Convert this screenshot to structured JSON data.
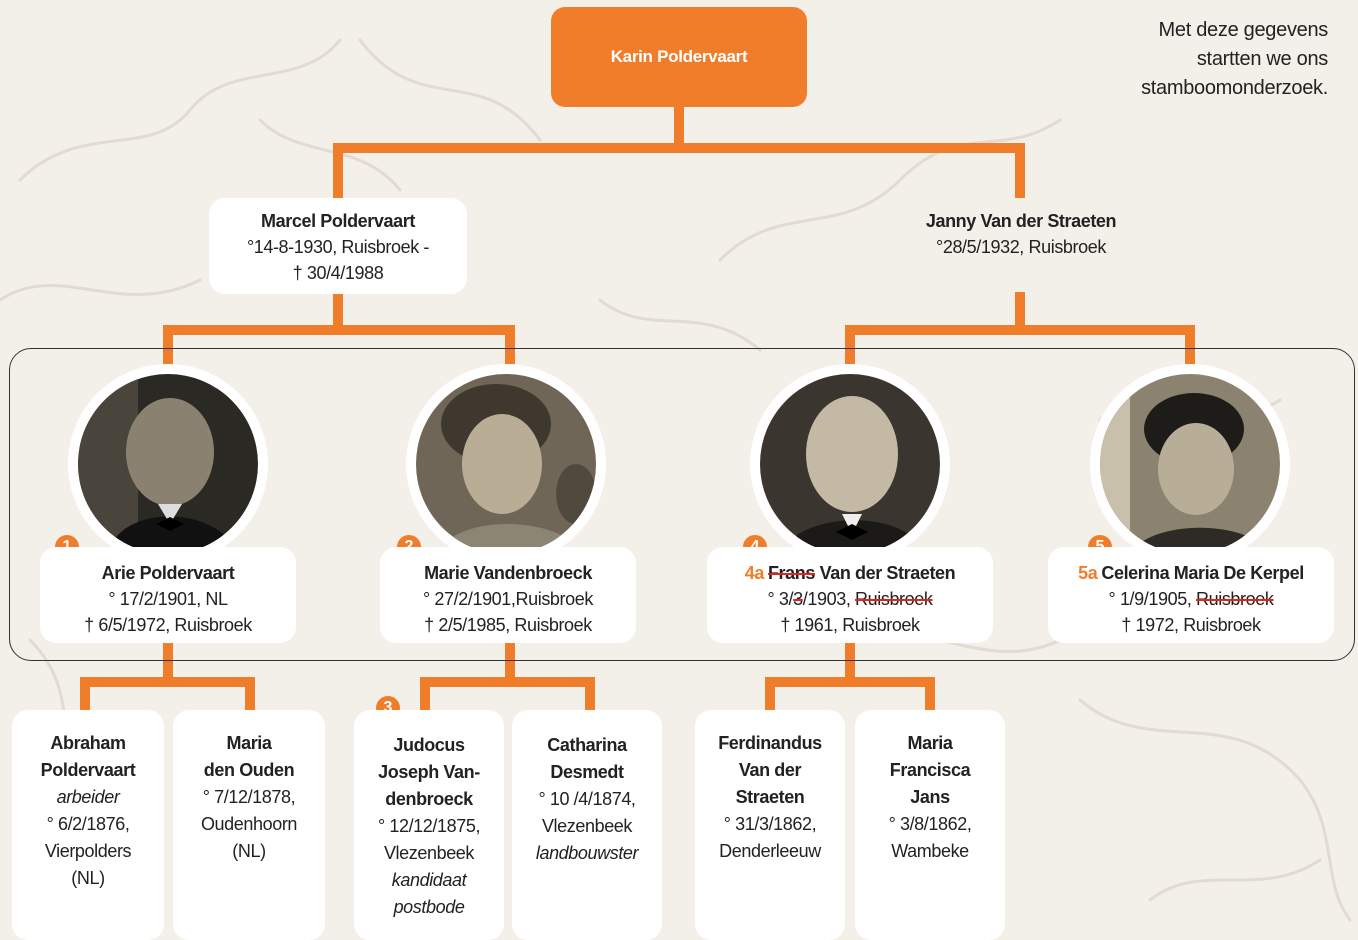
{
  "root": {
    "name": "Karin Poldervaart"
  },
  "note": "Met deze gegevens startten we ons stamboomonderzoek.",
  "parents": {
    "father": {
      "name": "Marcel Poldervaart",
      "line1": "°14-8-1930, Ruisbroek -",
      "line2": "† 30/4/1988"
    },
    "mother": {
      "name": "Janny Van der Straeten",
      "line1": "°28/5/1932, Ruisbroek"
    }
  },
  "grandparents": {
    "arie": {
      "badge": "1",
      "name": "Arie Poldervaart",
      "line1": "° 17/2/1901, NL",
      "line2": "† 6/5/1972, Ruisbroek"
    },
    "marie": {
      "badge": "2",
      "name": "Marie Vandenbroeck",
      "line1": "° 27/2/1901,Ruisbroek",
      "line2": "† 2/5/1985, Ruisbroek"
    },
    "frans": {
      "badge": "4",
      "prefix": "4a",
      "struck_name": "Frans",
      "name": "Van der Straeten",
      "line1_a": "° 3/",
      "line1_struck": "3",
      "line1_b": "/1903, ",
      "line1_place_struck": "Ruisbroek",
      "line2": "† 1961, Ruisbroek"
    },
    "celerina": {
      "badge": "5",
      "prefix": "5a",
      "name": "Celerina Maria De Kerpel",
      "line1_a": "° 1/9/1905, ",
      "line1_place_struck": "Ruisbroek",
      "line2": "† 1972, Ruisbroek"
    }
  },
  "great_grandparents": {
    "abraham": {
      "name1": "Abraham",
      "name2": "Poldervaart",
      "job": "arbeider",
      "line1": "° 6/2/1876,",
      "line2": "Vierpolders",
      "line3": "(NL)"
    },
    "maria_ouden": {
      "name1": "Maria",
      "name2": "den Ouden",
      "line1": "° 7/12/1878,",
      "line2": "Oudenhoorn",
      "line3": "(NL)"
    },
    "judocus": {
      "badge": "3",
      "name1": "Judocus",
      "name2": "Joseph Van-",
      "name3": "denbroeck",
      "line1": "° 12/12/1875,",
      "line2": "Vlezenbeek",
      "job1": "kandidaat",
      "job2": "postbode"
    },
    "catharina": {
      "name1": "Catharina",
      "name2": "Desmedt",
      "line1": "° 10 /4/1874,",
      "line2": "Vlezenbeek",
      "job": "landbouwster"
    },
    "ferdinandus": {
      "name1": "Ferdinandus",
      "name2": "Van der",
      "name3": "Straeten",
      "line1": "° 31/3/1862,",
      "line2": "Denderleeuw"
    },
    "maria_jans": {
      "name1": "Maria",
      "name2": "Francisca",
      "name3": "Jans",
      "line1": "° 3/8/1862,",
      "line2": "Wambeke"
    }
  },
  "colors": {
    "accent": "#f07d2a",
    "strike": "#e3231f",
    "background": "#f3efe9"
  }
}
